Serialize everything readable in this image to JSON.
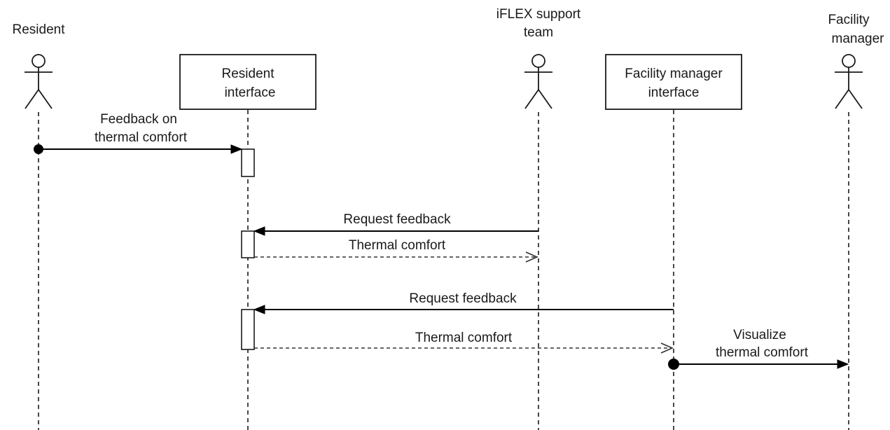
{
  "participants": {
    "resident": {
      "label": [
        "Resident"
      ],
      "kind": "actor"
    },
    "resident_interface": {
      "label": [
        "Resident",
        "interface"
      ],
      "kind": "box"
    },
    "support_team": {
      "label": [
        "iFLEX support",
        "team"
      ],
      "kind": "actor"
    },
    "facility_interface": {
      "label": [
        "Facility manager",
        "interface"
      ],
      "kind": "box"
    },
    "facility_manager": {
      "label": [
        "Facility",
        "manager"
      ],
      "kind": "actor"
    }
  },
  "messages": [
    {
      "from": "resident",
      "to": "resident_interface",
      "label": [
        "Feedback on",
        "thermal comfort"
      ],
      "style": "solid",
      "start_marker": "dot"
    },
    {
      "from": "support_team",
      "to": "resident_interface",
      "label": [
        "Request feedback"
      ],
      "style": "solid"
    },
    {
      "from": "resident_interface",
      "to": "support_team",
      "label": [
        "Thermal comfort"
      ],
      "style": "dashed"
    },
    {
      "from": "facility_interface",
      "to": "resident_interface",
      "label": [
        "Request feedback"
      ],
      "style": "solid"
    },
    {
      "from": "resident_interface",
      "to": "facility_interface",
      "label": [
        "Thermal comfort"
      ],
      "style": "dashed"
    },
    {
      "from": "facility_interface",
      "to": "facility_manager",
      "label": [
        "Visualize",
        "thermal comfort"
      ],
      "style": "solid",
      "start_marker": "dot"
    }
  ]
}
